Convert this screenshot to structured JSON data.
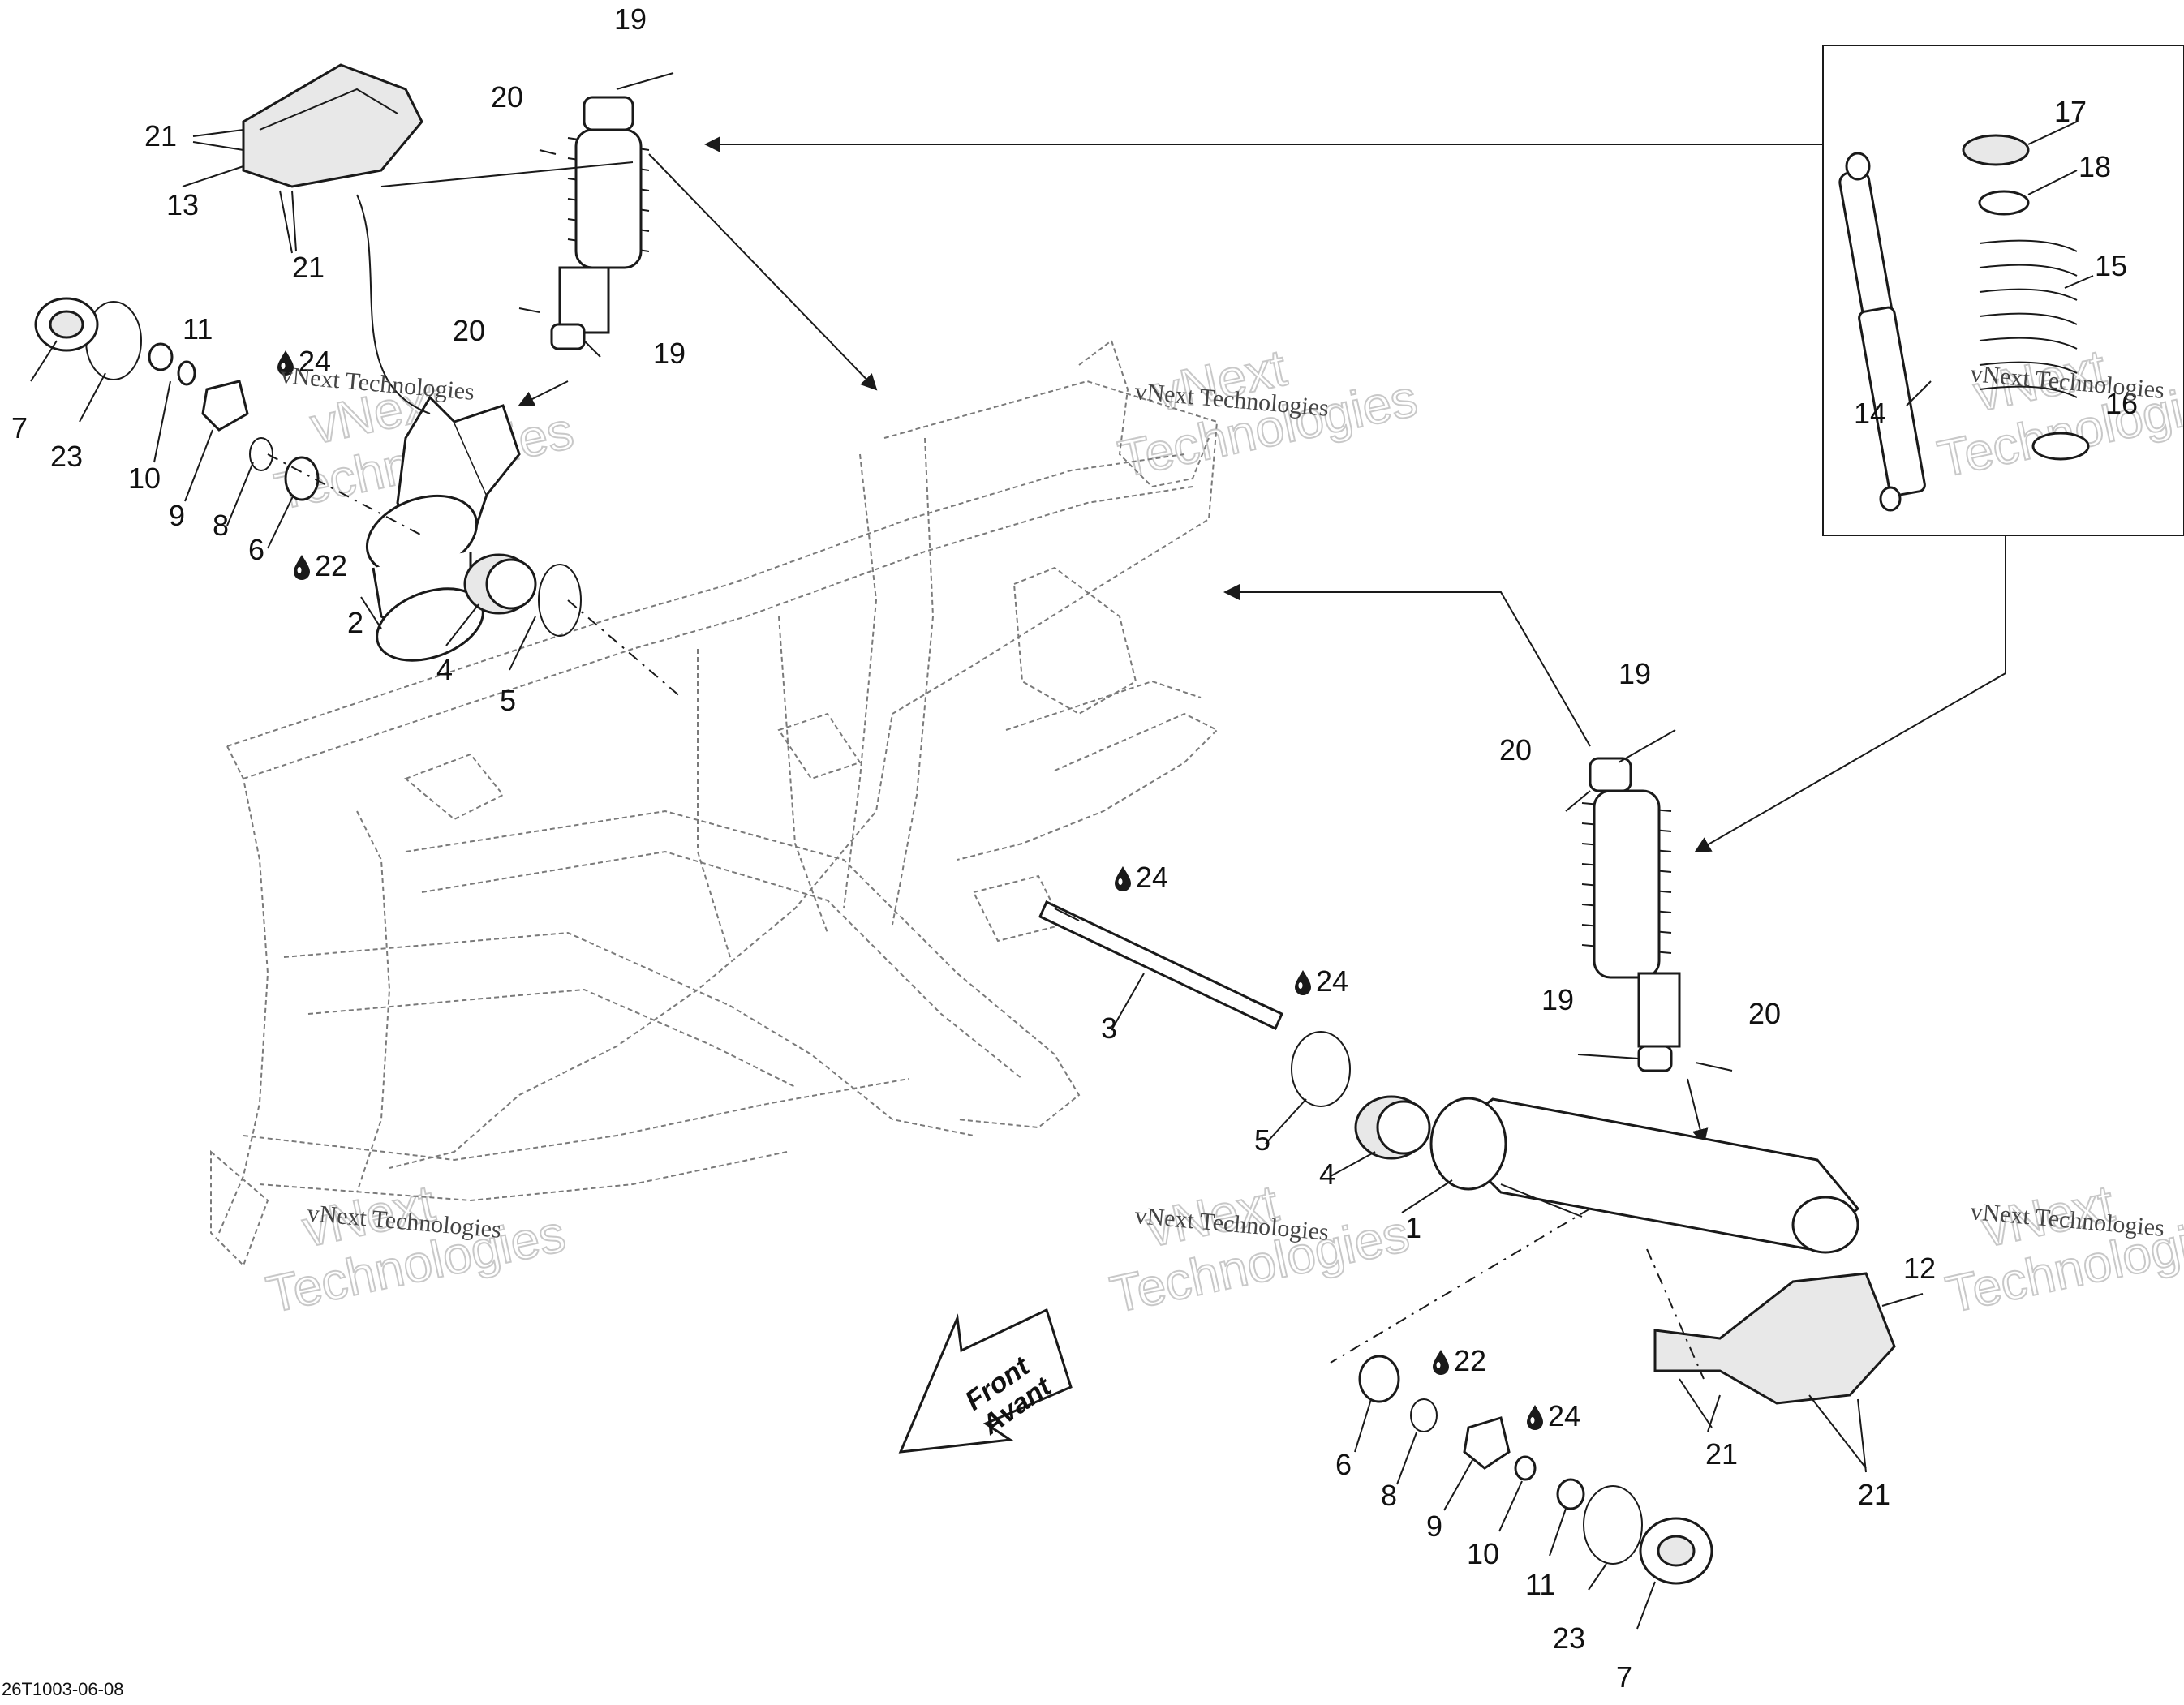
{
  "diagram": {
    "callouts": [
      "1",
      "2",
      "3",
      "4",
      "5",
      "6",
      "7",
      "8",
      "9",
      "10",
      "11",
      "12",
      "13",
      "14",
      "15",
      "16",
      "17",
      "18",
      "19",
      "20",
      "21",
      "22",
      "23",
      "24"
    ],
    "lube_labels": [
      "24",
      "22"
    ],
    "front_badge": {
      "line1": "Front",
      "line2": "Avant"
    },
    "watermark": {
      "small": "vNext Technologies",
      "big_line1": "vNext",
      "big_line2": "Technologies"
    },
    "drawing_code": "26T1003-06-08",
    "colors": {
      "ink": "#1a1a1a",
      "watermark": "#c8c8c8",
      "background": "#ffffff"
    }
  }
}
